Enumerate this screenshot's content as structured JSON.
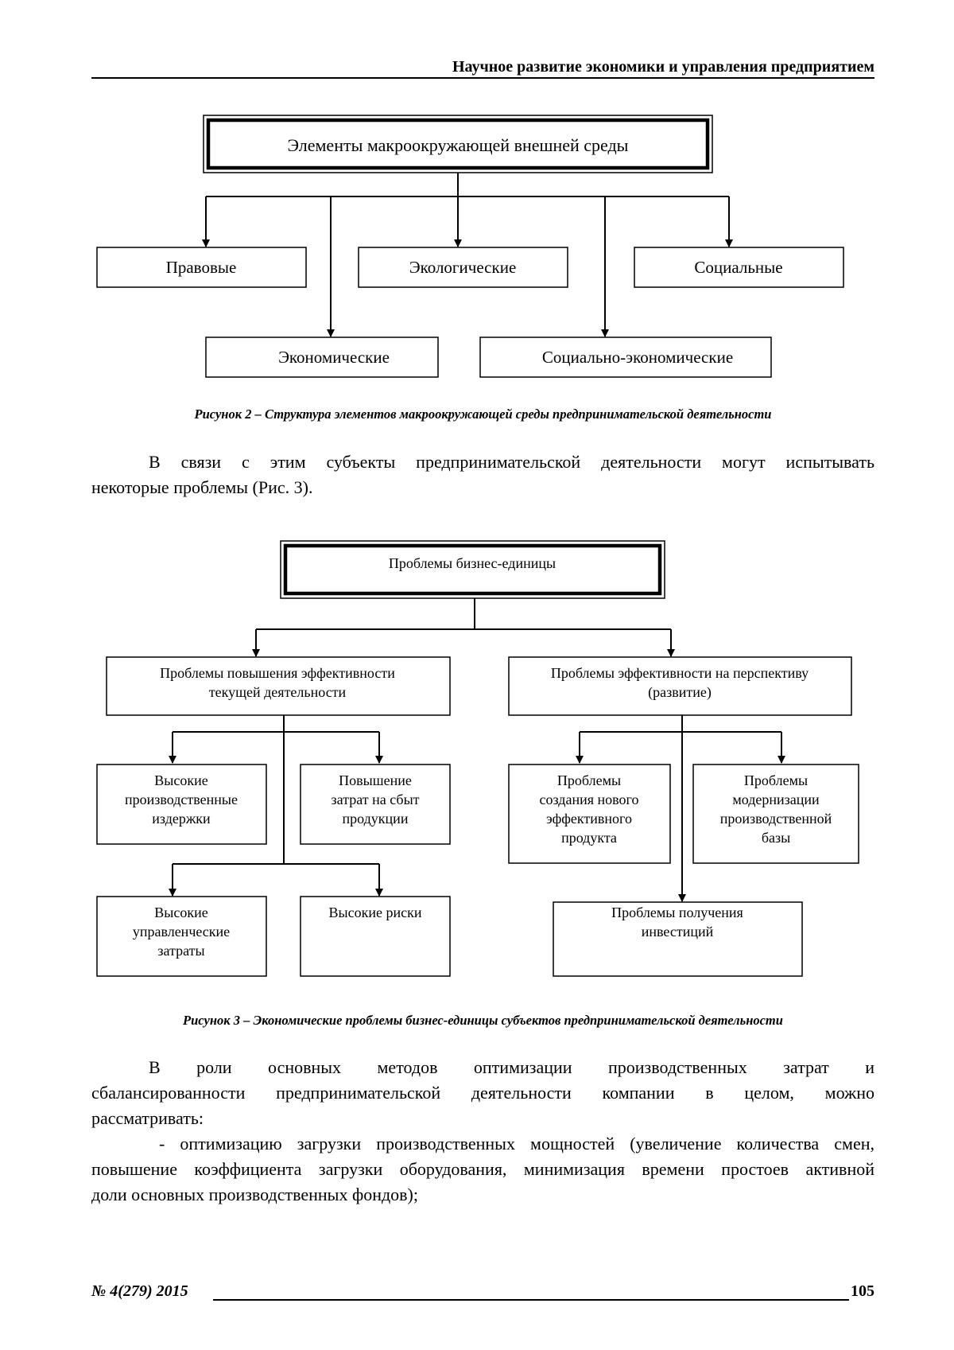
{
  "header": {
    "journal_title": "Научное развитие экономики и управления предприятием"
  },
  "figure2": {
    "root": "Элементы макроокружающей внешней среды",
    "row1": [
      "Правовые",
      "Экологические",
      "Социальные"
    ],
    "row2": [
      "Экономические",
      "Социально-экономические"
    ],
    "caption": "Рисунок 2 – Структура элементов макроокружающей среды предпринимательской деятельности"
  },
  "paragraph1": {
    "line1": "В связи с этим субъекты предпринимательской деятельности могут испытывать",
    "line2": "некоторые проблемы (Рис. 3)."
  },
  "figure3": {
    "root": "Проблемы бизнес-единицы",
    "left_branch": {
      "lines": [
        "Проблемы повышения эффективности",
        "текущей деятельности"
      ]
    },
    "right_branch": {
      "lines": [
        "Проблемы эффективности на перспективу",
        "(развитие)"
      ]
    },
    "left_items": [
      {
        "lines": [
          "Высокие",
          "производственные",
          "издержки"
        ]
      },
      {
        "lines": [
          "Повышение",
          "затрат на сбыт",
          "продукции"
        ]
      },
      {
        "lines": [
          "Высокие",
          "управленческие",
          "затраты"
        ]
      },
      {
        "lines": [
          "Высокие риски"
        ]
      }
    ],
    "right_items": [
      {
        "lines": [
          "Проблемы",
          "создания нового",
          "эффективного",
          "продукта"
        ]
      },
      {
        "lines": [
          "Проблемы",
          "модернизации",
          "производственной",
          "базы"
        ]
      },
      {
        "lines": [
          "Проблемы получения",
          "инвестиций"
        ]
      }
    ],
    "caption": "Рисунок 3 – Экономические проблемы бизнес-единицы субъектов предпринимательской деятельности"
  },
  "paragraph2": {
    "line1": "В роли основных методов оптимизации производственных затрат и",
    "line2": "сбалансированности предпринимательской деятельности компании в целом, можно",
    "line3": "рассматривать:"
  },
  "paragraph3": {
    "line1": "- оптимизацию загрузки производственных мощностей (увеличение количества смен,",
    "line2": "повышение коэффициента загрузки оборудования, минимизация времени простоев активной",
    "line3": "доли основных производственных фондов);"
  },
  "footer": {
    "issue": "№ 4(279) 2015",
    "page_number": "105"
  }
}
